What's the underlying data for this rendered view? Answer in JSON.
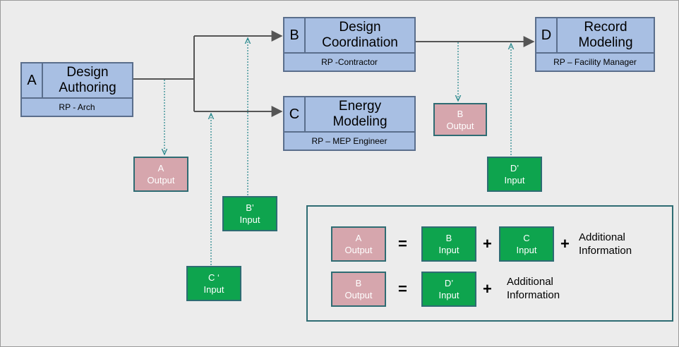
{
  "processes": {
    "a": {
      "letter": "A",
      "title_line1": "Design",
      "title_line2": "Authoring",
      "role": "RP - Arch"
    },
    "b": {
      "letter": "B",
      "title_line1": "Design",
      "title_line2": "Coordination",
      "role": "RP -Contractor"
    },
    "c": {
      "letter": "C",
      "title_line1": "Energy",
      "title_line2": "Modeling",
      "role": "RP – MEP Engineer"
    },
    "d": {
      "letter": "D",
      "title_line1": "Record",
      "title_line2": "Modeling",
      "role": "RP – Facility Manager"
    }
  },
  "exchanges": {
    "a_output": {
      "line1": "A",
      "line2": "Output"
    },
    "b_output": {
      "line1": "B",
      "line2": "Output"
    },
    "b_input": {
      "line1": "B’",
      "line2": "Input"
    },
    "c_input": {
      "line1": "C ‘",
      "line2": "Input"
    },
    "d_input": {
      "line1": "D’",
      "line2": "Input"
    }
  },
  "legend": {
    "row1": {
      "lhs": {
        "line1": "A",
        "line2": "Output"
      },
      "eq": "=",
      "t1": {
        "line1": "B",
        "line2": "Input"
      },
      "plus1": "+",
      "t2": {
        "line1": "C",
        "line2": "Input"
      },
      "plus2": "+",
      "info_line1": "Additional",
      "info_line2": "Information"
    },
    "row2": {
      "lhs": {
        "line1": "B",
        "line2": "Output"
      },
      "eq": "=",
      "t1": {
        "line1": "D’",
        "line2": "Input"
      },
      "plus1": "+",
      "info_line1": "Additional",
      "info_line2": "Information"
    }
  },
  "colors": {
    "process_fill": "#a8bfe3",
    "output_fill": "#d6a6ad",
    "input_fill": "#0ea44e",
    "border": "#2e6c73",
    "flow_line": "#555555",
    "dotted_line": "#2e8b8f"
  }
}
